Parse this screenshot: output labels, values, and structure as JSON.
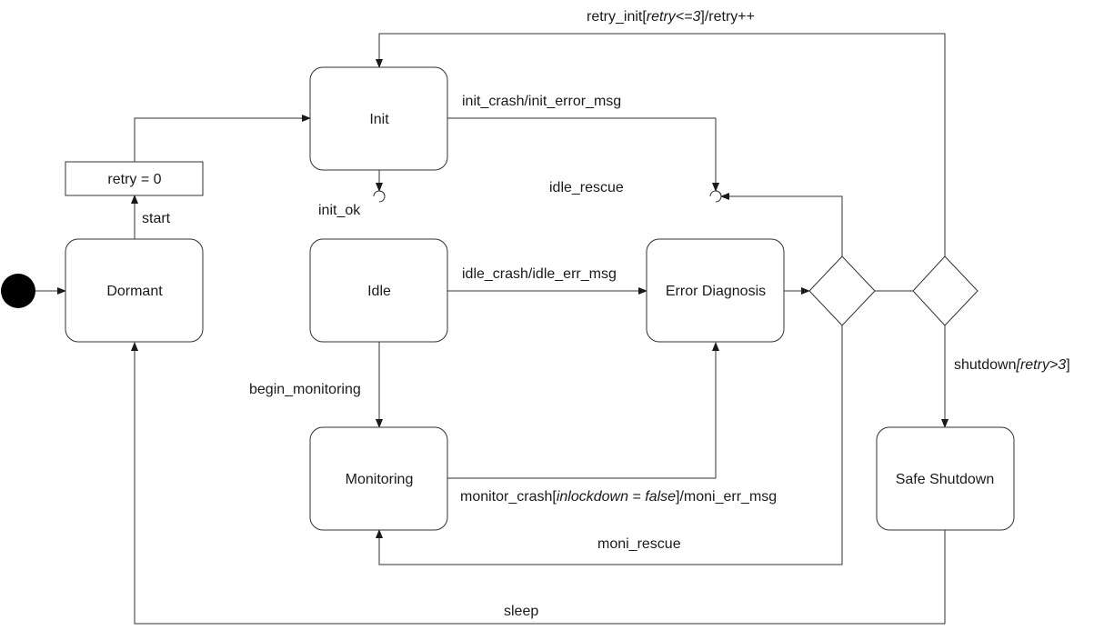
{
  "states": {
    "dormant": "Dormant",
    "init": "Init",
    "idle": "Idle",
    "monitoring": "Monitoring",
    "error_diagnosis": "Error Diagnosis",
    "safe_shutdown": "Safe Shutdown"
  },
  "action_box": "retry = 0",
  "transitions": {
    "start": "start",
    "init_ok": "init_ok",
    "init_crash": "init_crash/init_error_msg",
    "idle_rescue": "idle_rescue",
    "idle_crash": "idle_crash/idle_err_msg",
    "begin_monitoring": "begin_monitoring",
    "monitor_crash": {
      "event": "monitor_crash[",
      "guard": "inlockdown = false",
      "action": "]/moni_err_msg"
    },
    "moni_rescue": "moni_rescue",
    "sleep": "sleep",
    "retry_init": {
      "event": "retry_init[",
      "guard": "retry<=3",
      "action": "]/retry++"
    },
    "shutdown": {
      "event": "shutdown",
      "guard_open": "[",
      "guard": "retry>3",
      "guard_close": "]"
    }
  }
}
